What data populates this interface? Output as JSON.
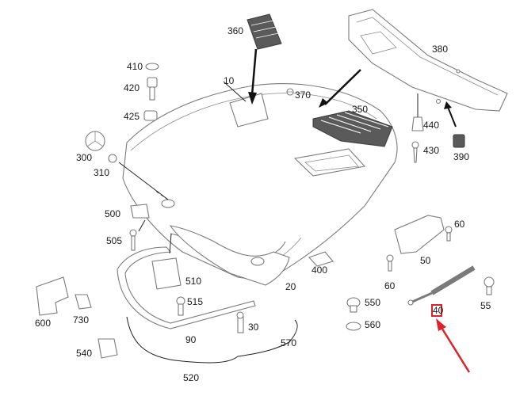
{
  "diagram": {
    "accent_color": "#e0202a",
    "part_color": "#8a8a8a",
    "callouts": {
      "c10": "10",
      "c20": "20",
      "c30": "30",
      "c40": "40",
      "c50": "50",
      "c55": "55",
      "c60a": "60",
      "c60b": "60",
      "c90": "90",
      "c300": "300",
      "c310": "310",
      "c350": "350",
      "c360": "360",
      "c370": "370",
      "c380": "380",
      "c390": "390",
      "c400": "400",
      "c410": "410",
      "c420": "420",
      "c425": "425",
      "c430": "430",
      "c440": "440",
      "c500": "500",
      "c505": "505",
      "c510": "510",
      "c515": "515",
      "c520": "520",
      "c540": "540",
      "c550": "550",
      "c560": "560",
      "c570": "570",
      "c600": "600",
      "c730": "730"
    },
    "highlight": {
      "target_part": "40",
      "arrow_icon": "red-arrow-icon"
    }
  }
}
